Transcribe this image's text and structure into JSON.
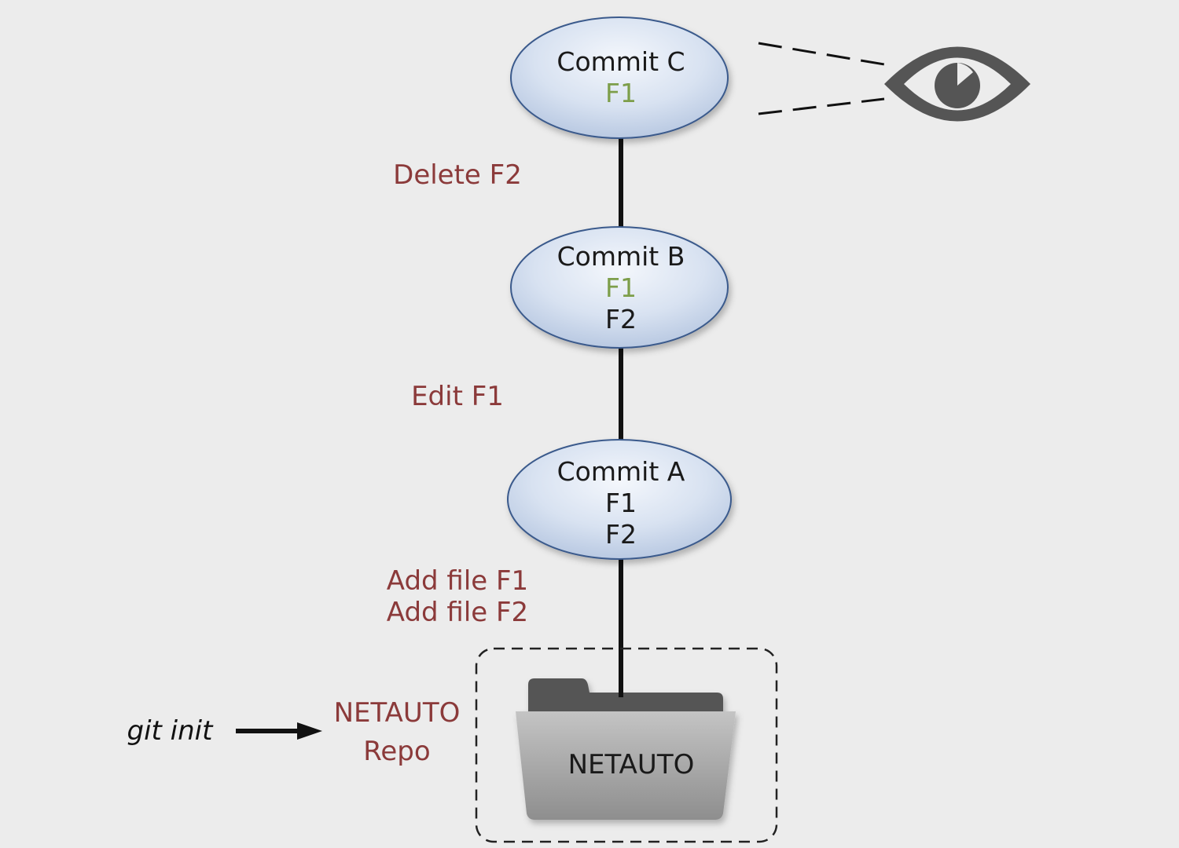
{
  "commits": [
    {
      "title": "Commit C",
      "files": [
        {
          "name": "F1",
          "color": "#7d9e4a"
        }
      ]
    },
    {
      "title": "Commit B",
      "files": [
        {
          "name": "F1",
          "color": "#7d9e4a"
        },
        {
          "name": "F2",
          "color": "#1a1a1a"
        }
      ]
    },
    {
      "title": "Commit A",
      "files": [
        {
          "name": "F1",
          "color": "#1a1a1a"
        },
        {
          "name": "F2",
          "color": "#1a1a1a"
        }
      ]
    }
  ],
  "changes": {
    "c_b": [
      "Delete F2"
    ],
    "b_a": [
      "Edit F1"
    ],
    "a_repo": [
      "Add file F1",
      "Add file F2"
    ]
  },
  "repo": {
    "label_line1": "NETAUTO",
    "label_line2": "Repo",
    "folder_label": "NETAUTO"
  },
  "command": "git init",
  "icons": {
    "watch": "eye-icon",
    "repository": "folder-icon",
    "pointer": "arrow-right-icon"
  },
  "colors": {
    "background": "#ececec",
    "change_text": "#8b3a3a",
    "node_stroke": "#3a5a8c",
    "node_fill": "#c9d6ea",
    "current_file": "#7d9e4a"
  }
}
